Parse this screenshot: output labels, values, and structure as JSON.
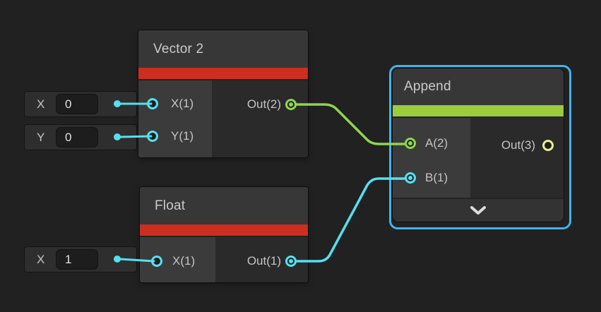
{
  "editor": "shader-graph-canvas",
  "colors": {
    "canvas-bg": "#212121",
    "node-title-bg": "#373737",
    "node-body": "#2a2a2a",
    "node-input-col": "#3b3b3b",
    "accent-red": "#cc2e20",
    "accent-green": "#9acc3c",
    "port-cyan": "#54e0f0",
    "port-green": "#8dd64f",
    "port-yellow": "#eaef8e",
    "selection-blue": "#40b4ea",
    "strip-bg": "#333333",
    "widget-bg": "#2e2e2e",
    "field-bg": "#1d1d1d"
  },
  "nodes": {
    "vector2": {
      "title": "Vector 2",
      "accent_color": "#cc2e20",
      "inputs": [
        {
          "label": "X(1)"
        },
        {
          "label": "Y(1)"
        }
      ],
      "outputs": [
        {
          "label": "Out(2)",
          "port_color": "#8dd64f",
          "connected": true
        }
      ]
    },
    "float_node": {
      "title": "Float",
      "accent_color": "#cc2e20",
      "inputs": [
        {
          "label": "X(1)"
        }
      ],
      "outputs": [
        {
          "label": "Out(1)",
          "port_color": "#54e0f0",
          "connected": true
        }
      ]
    },
    "append": {
      "title": "Append",
      "accent_color": "#9acc3c",
      "selected": true,
      "inputs": [
        {
          "label": "A(2)",
          "port_color": "#8dd64f",
          "connected": true
        },
        {
          "label": "B(1)",
          "port_color": "#54e0f0",
          "connected": true
        }
      ],
      "outputs": [
        {
          "label": "Out(3)",
          "port_color": "#eaef8e",
          "connected": false
        }
      ],
      "collapse_icon": "chevron-down"
    }
  },
  "fields": [
    {
      "label": "X",
      "value": "0"
    },
    {
      "label": "Y",
      "value": "0"
    },
    {
      "label": "X",
      "value": "1"
    }
  ],
  "edges": [
    {
      "from": "Vector 2 / Out(2)",
      "to": "Append / A(2)",
      "color": "#8dd64f"
    },
    {
      "from": "Float / Out(1)",
      "to": "Append / B(1)",
      "color": "#54e0f0"
    }
  ]
}
